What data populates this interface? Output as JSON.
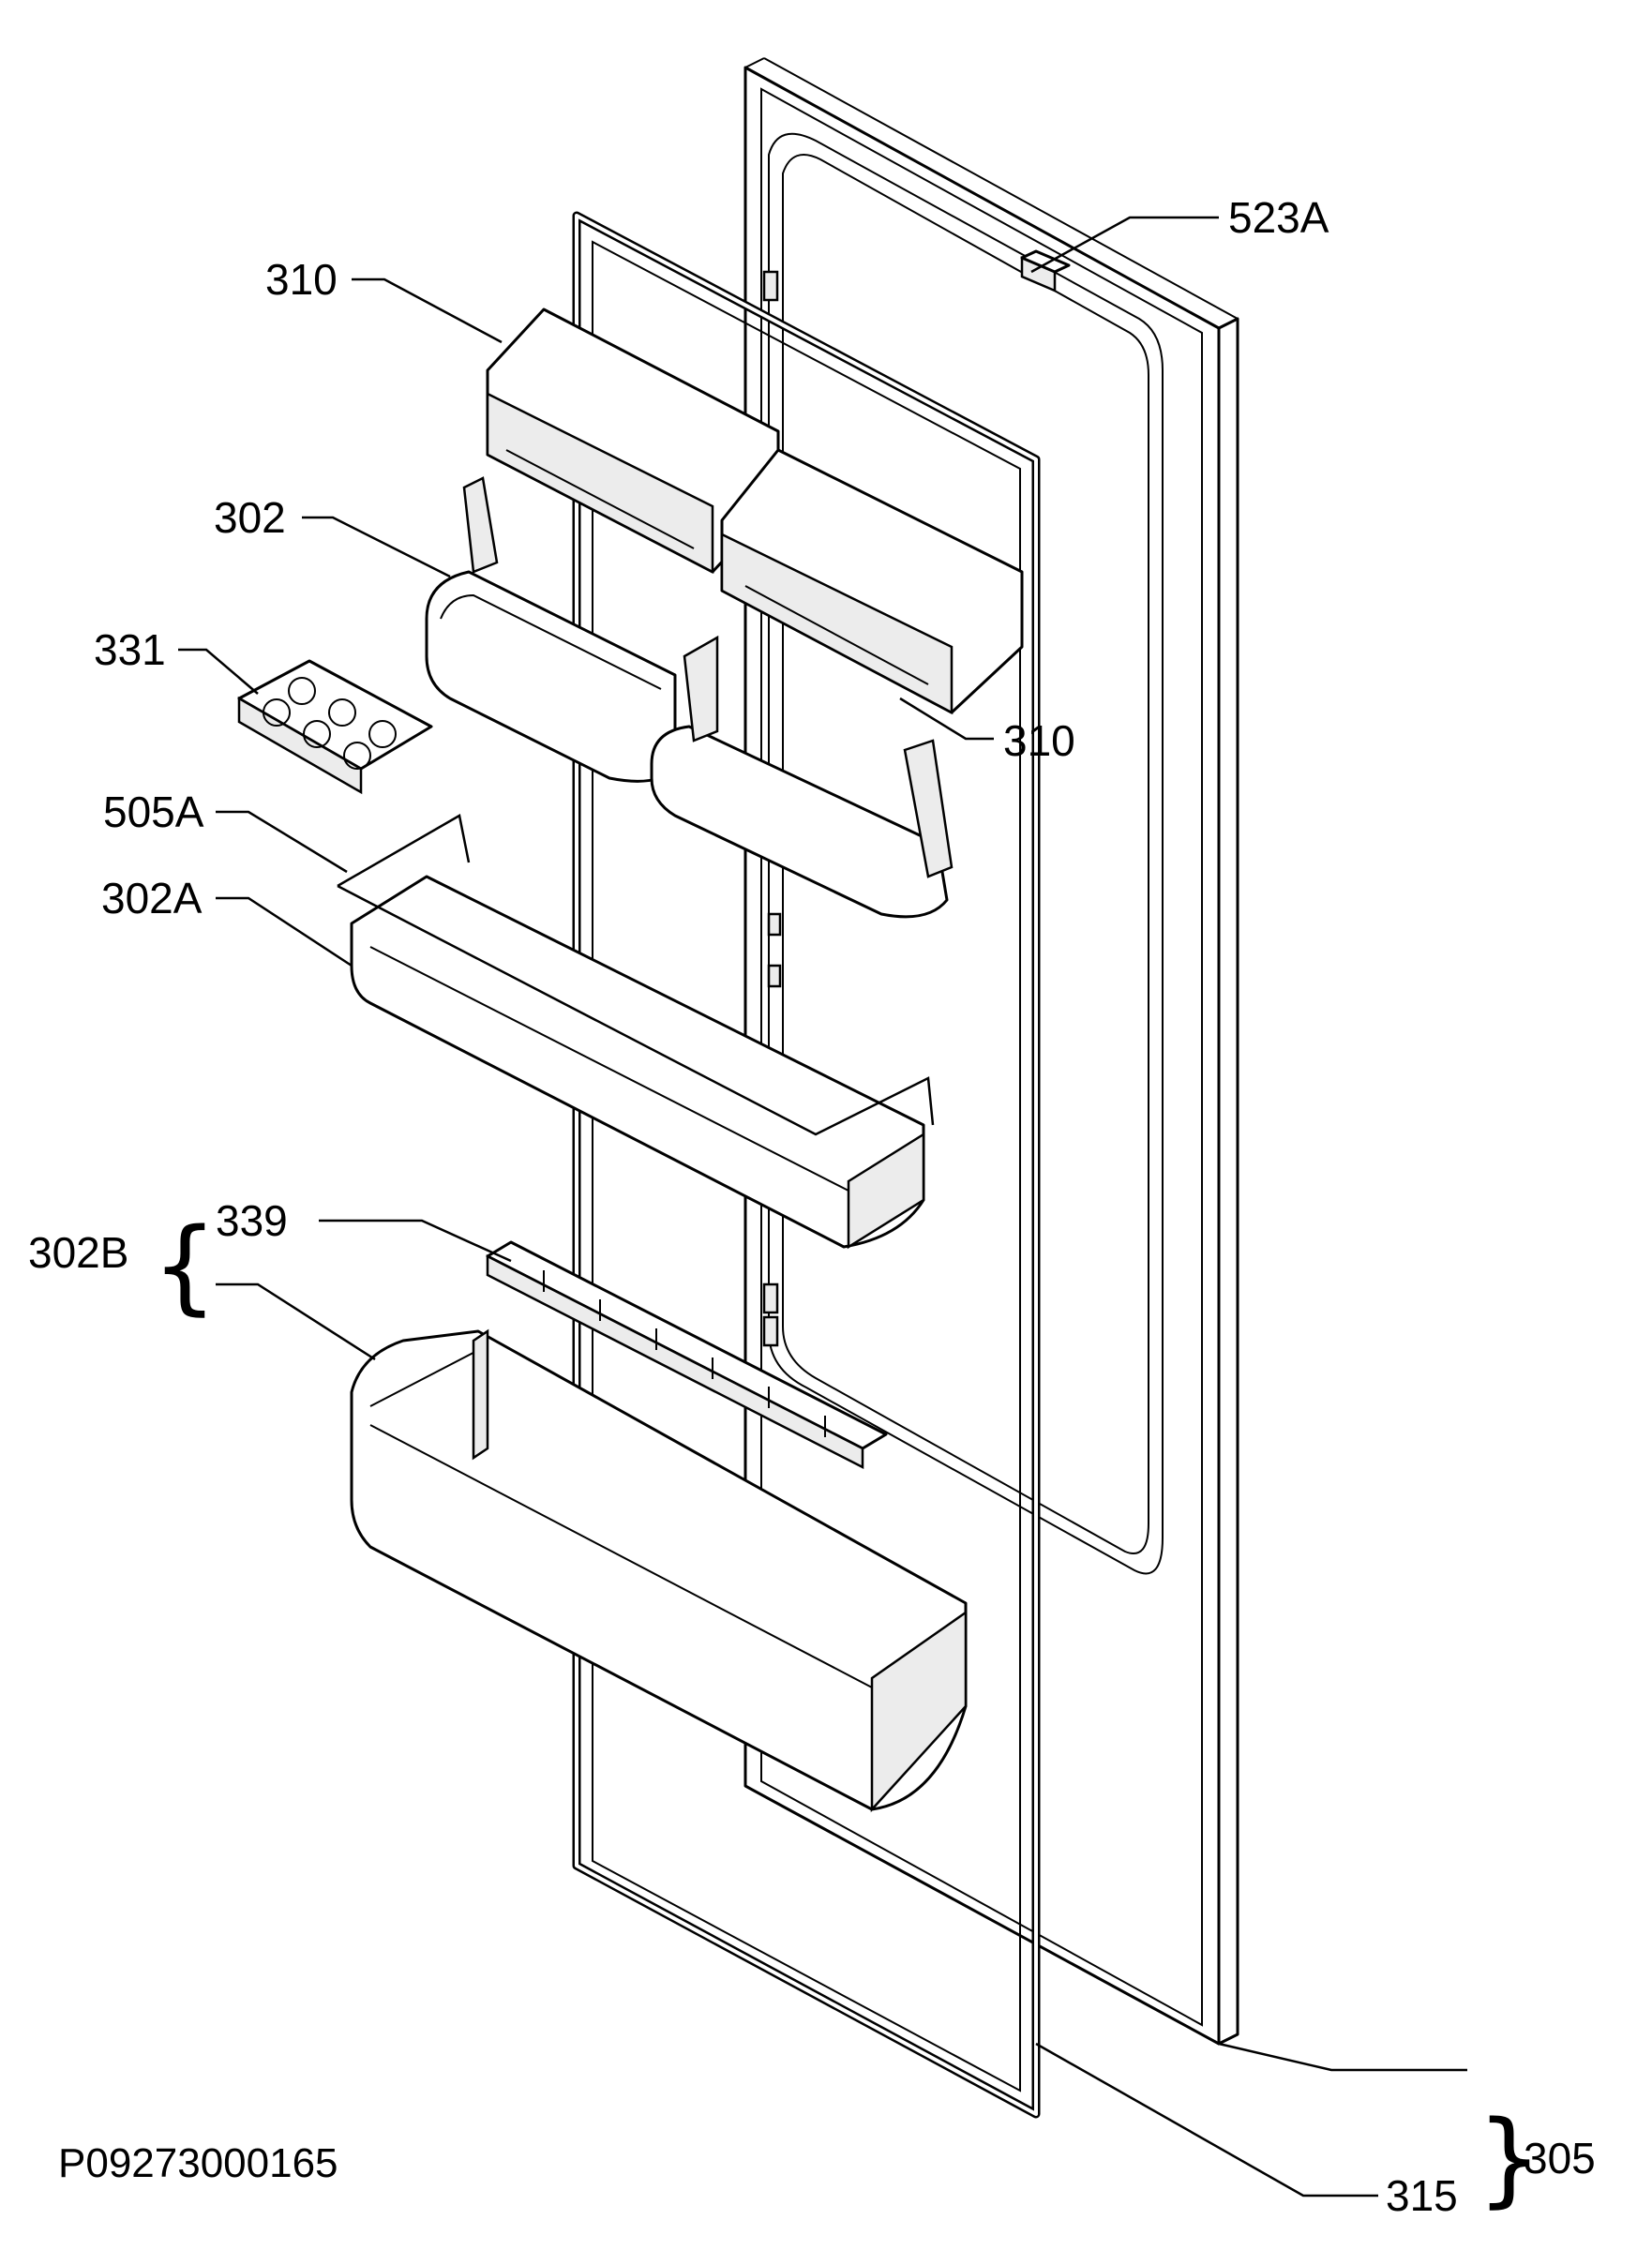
{
  "callouts": {
    "c523a": "523A",
    "c310_top": "310",
    "c302": "302",
    "c331": "331",
    "c310_right": "310",
    "c505a": "505A",
    "c302a": "302A",
    "c302b": "302B",
    "c339": "339",
    "c305": "305",
    "c315": "315"
  },
  "drawing_code": "P09273000165",
  "colors": {
    "line": "#000000",
    "background": "#ffffff",
    "fill_shade": "#ececec"
  }
}
